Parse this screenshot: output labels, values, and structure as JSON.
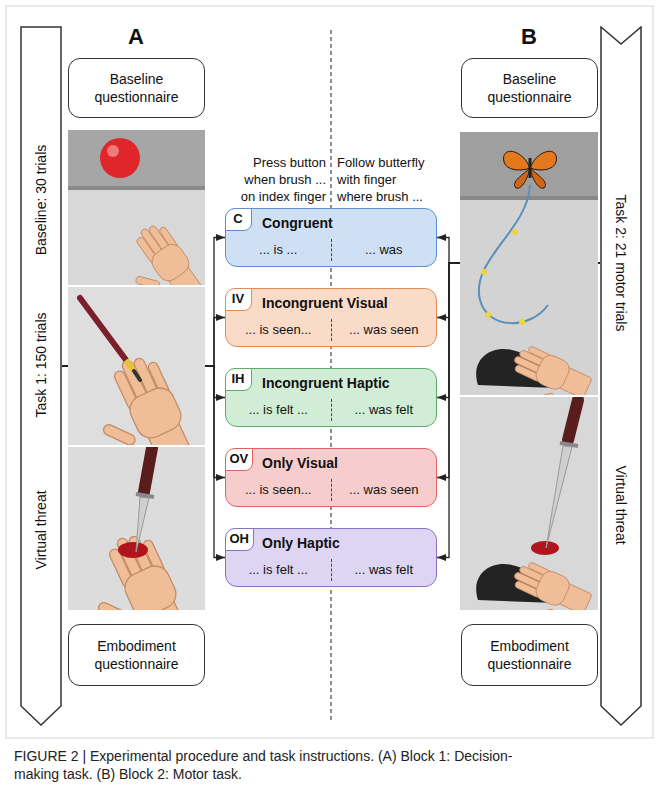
{
  "diagram": {
    "caption": "FIGURE 2 | Experimental procedure and task instructions. (A) Block 1: Decision-making task. (B) Block 2: Motor task.",
    "nodes": [
      {
        "text": [
          "Baseline: 30 trials",
          "Task 1: 150 trials",
          "Virtual threat"
        ]
      },
      {
        "text": [
          "Baseline questionnaire"
        ]
      },
      {
        "text": [
          "Baseline questionnaire"
        ]
      },
      {
        "text": [
          "Task 2: 21 motor trials",
          "Virtual threat"
        ]
      },
      {
        "text": [
          "Congruent",
          "... is ...",
          "... was"
        ]
      },
      {
        "text": [
          "C"
        ],
        "in": 4
      },
      {
        "text": [
          "Incongruent Visual",
          "... is seen...",
          "... was seen"
        ]
      },
      {
        "text": [
          "IV"
        ],
        "in": 6
      },
      {
        "text": [
          "Incongruent Haptic",
          "... is felt ...",
          "... was felt"
        ]
      },
      {
        "text": [
          "IH"
        ],
        "in": 8
      },
      {
        "text": [
          "Only Visual",
          "... is seen...",
          "... was seen"
        ]
      },
      {
        "text": [
          "OV"
        ],
        "in": 10
      },
      {
        "text": [
          "Only Haptic",
          "... is felt ...",
          "... was felt"
        ]
      },
      {
        "text": [
          "OH"
        ],
        "in": 12
      },
      {
        "text": [
          "Embodiment questionnaire"
        ]
      },
      {
        "text": [
          "Embodiment questionnaire"
        ]
      }
    ],
    "edges": [
      {
        "from": 0,
        "to": 4,
        "arrow": "to"
      },
      {
        "from": 0,
        "to": 6,
        "arrow": "to"
      },
      {
        "from": 0,
        "to": 8,
        "arrow": "to"
      },
      {
        "from": 0,
        "to": 10,
        "arrow": "to"
      },
      {
        "from": 0,
        "to": 12,
        "arrow": "to"
      },
      {
        "from": 3,
        "to": 4,
        "arrow": "to"
      },
      {
        "from": 3,
        "to": 6,
        "arrow": "to"
      },
      {
        "from": 3,
        "to": 8,
        "arrow": "to"
      },
      {
        "from": 3,
        "to": 10,
        "arrow": "to"
      },
      {
        "from": 3,
        "to": 12,
        "arrow": "to"
      }
    ],
    "labels": [
      "A",
      "B",
      "Press button when brush ... on index finger",
      "Follow butterfly with finger where brush ..."
    ]
  }
}
